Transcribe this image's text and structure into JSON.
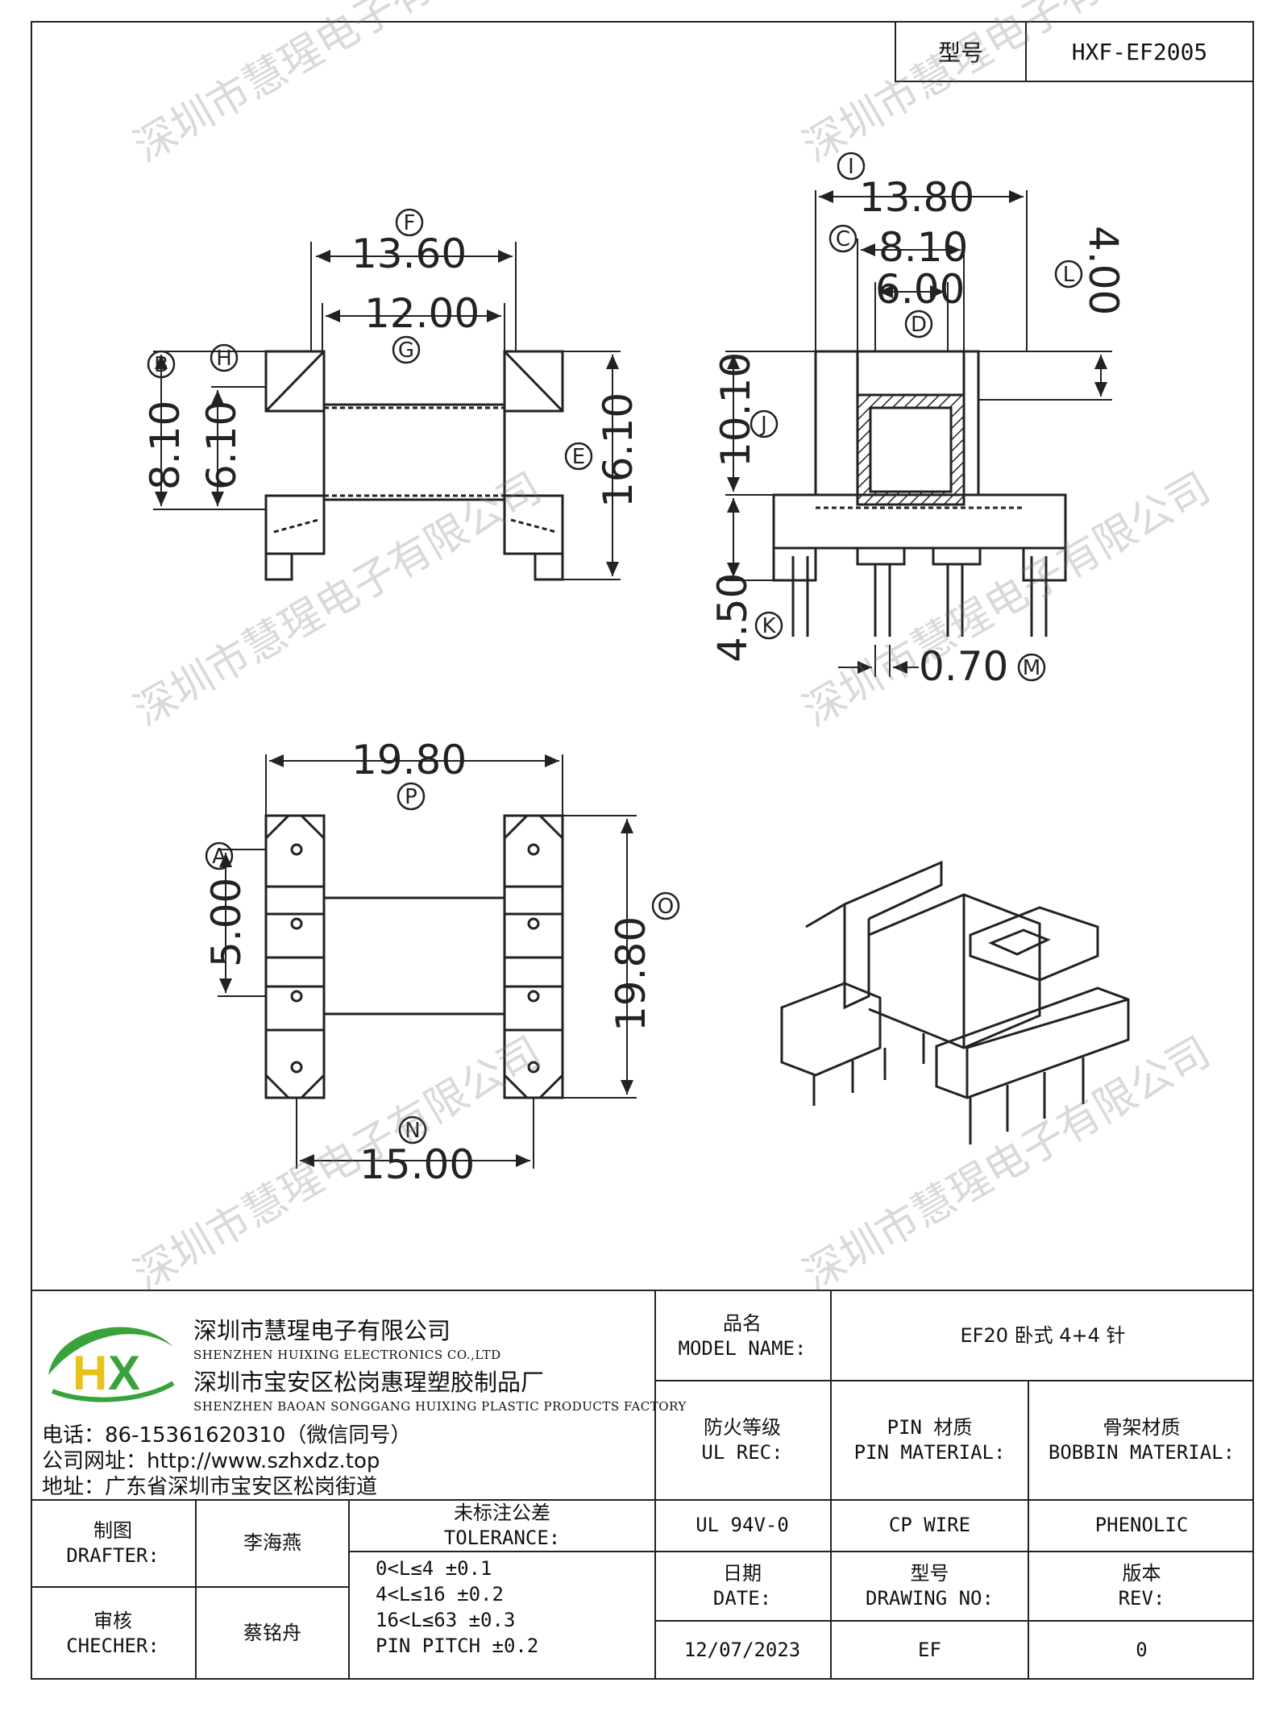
{
  "header": {
    "model_label": "型号",
    "model_value": "HXF-EF2005"
  },
  "dimensions": {
    "F": "13.60",
    "G": "12.00",
    "B": "8.10",
    "H": "6.10",
    "E": "16.10",
    "I": "13.80",
    "C": "8.10",
    "D": "6.00",
    "L": "4.00",
    "J": "10.10",
    "K": "4.50",
    "M": "0.70",
    "P": "19.80",
    "A": "5.00",
    "O": "19.80",
    "N": "15.00"
  },
  "callouts": [
    "F",
    "G",
    "B",
    "H",
    "E",
    "I",
    "C",
    "D",
    "L",
    "J",
    "K",
    "M",
    "P",
    "A",
    "O",
    "N"
  ],
  "watermark": "深圳市慧瑆电子有限公司",
  "company": {
    "name_cn": "深圳市慧瑆电子有限公司",
    "name_en": "SHENZHEN HUIXING ELECTRONICS CO.,LTD",
    "factory_cn": "深圳市宝安区松岗惠瑆塑胶制品厂",
    "factory_en": "SHENZHEN BAOAN SONGGANG HUIXING PLASTIC PRODUCTS FACTORY",
    "phone": "电话：86-15361620310（微信同号）",
    "website": "公司网址：http://www.szhxdz.top",
    "address": "地址：广东省深圳市宝安区松岗街道",
    "logo_text": "HX",
    "logo_colors": {
      "green": "#3aa23a",
      "yellow": "#e8c21a"
    }
  },
  "titleblock": {
    "model_name_cn": "品名",
    "model_name_en": "MODEL NAME:",
    "model_name_value": "EF20 卧式 4+4 针",
    "ul_cn": "防火等级",
    "ul_en": "UL REC:",
    "ul_value": "UL 94V-0",
    "pin_cn": "PIN 材质",
    "pin_en": "PIN MATERIAL:",
    "pin_value": "CP WIRE",
    "bobbin_cn": "骨架材质",
    "bobbin_en": "BOBBIN MATERIAL:",
    "bobbin_value": "PHENOLIC",
    "drafter_cn": "制图",
    "drafter_en": "DRAFTER:",
    "drafter_value": "李海燕",
    "checker_cn": "审核",
    "checker_en": "CHECHER:",
    "checker_value": "蔡铭舟",
    "tolerance_cn": "未标注公差",
    "tolerance_en": "TOLERANCE:",
    "tol_lines": [
      "0<L≤4  ±0.1",
      "4<L≤16 ±0.2",
      "16<L≤63 ±0.3",
      "PIN PITCH ±0.2"
    ],
    "date_cn": "日期",
    "date_en": "DATE:",
    "date_value": "12/07/2023",
    "drawing_cn": "型号",
    "drawing_en": "DRAWING NO:",
    "drawing_value": "EF",
    "rev_cn": "版本",
    "rev_en": "REV:",
    "rev_value": "0"
  }
}
